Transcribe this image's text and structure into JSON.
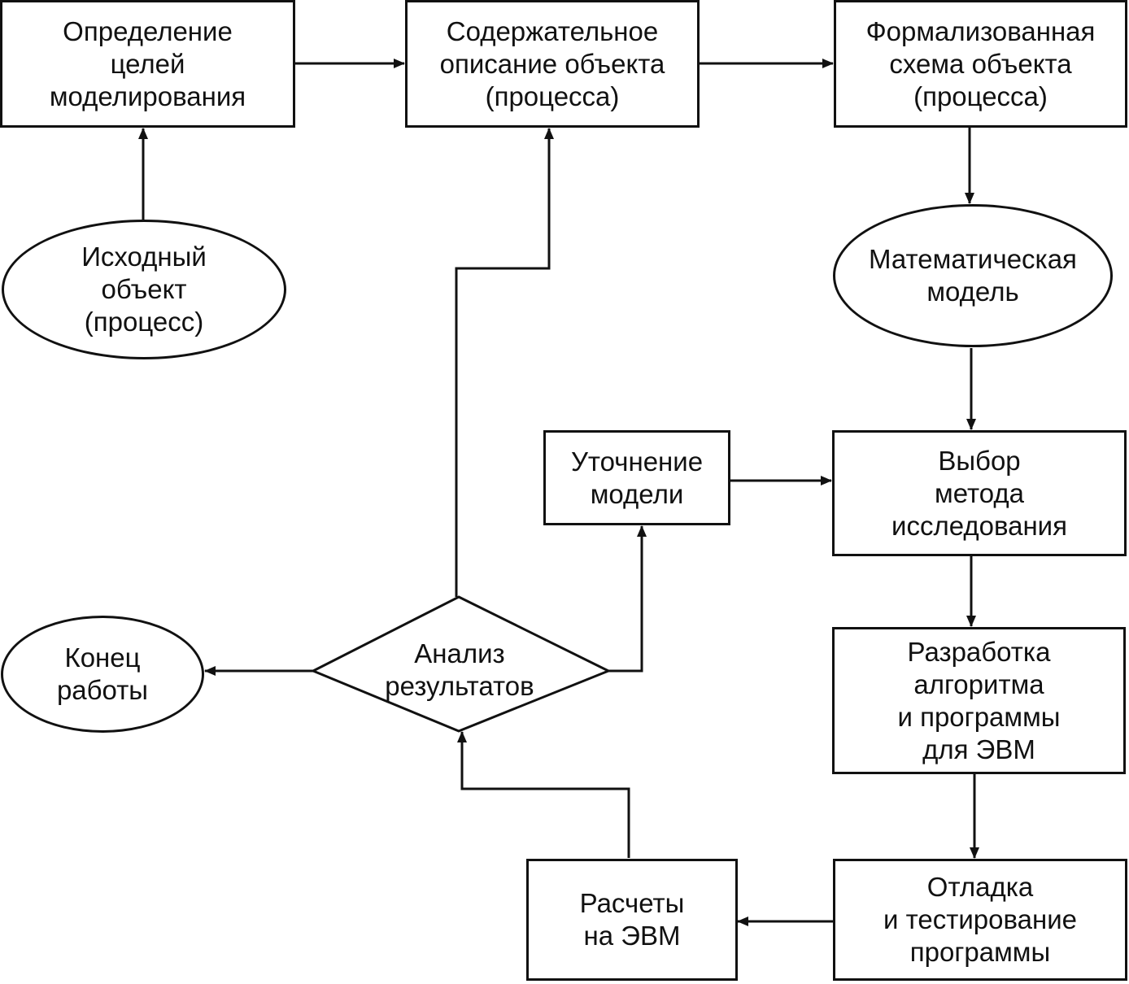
{
  "nodes": {
    "goals": [
      "Определение",
      "целей",
      "моделирования"
    ],
    "description": [
      "Содержательное",
      "описание объекта",
      "(процесса)"
    ],
    "formal_scheme": [
      "Формализованная",
      "схема объекта",
      "(процесса)"
    ],
    "source_object": [
      "Исходный",
      "объект",
      "(процесс)"
    ],
    "math_model": [
      "Математическая",
      "модель"
    ],
    "refine_model": [
      "Уточнение",
      "модели"
    ],
    "method_choice": [
      "Выбор",
      "метода",
      "исследования"
    ],
    "algorithm_dev": [
      "Разработка",
      "алгоритма",
      "и программы",
      "для ЭВМ"
    ],
    "debugging": [
      "Отладка",
      "и тестирование",
      "программы"
    ],
    "computations": [
      "Расчеты",
      "на ЭВМ"
    ],
    "analysis": [
      "Анализ",
      "результатов"
    ],
    "end_work": [
      "Конец",
      "работы"
    ]
  },
  "colors": {
    "stroke": "#111111",
    "background": "#ffffff"
  }
}
